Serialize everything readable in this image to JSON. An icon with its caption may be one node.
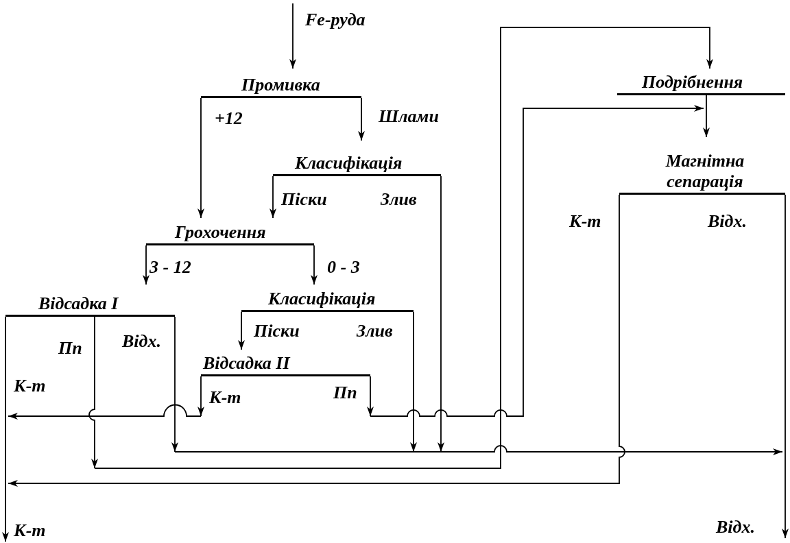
{
  "diagram": {
    "nodes": [
      {
        "text": [
          "Fe-руда"
        ]
      },
      {
        "text": [
          "Промивка"
        ]
      },
      {
        "text": [
          "Класифікація"
        ]
      },
      {
        "text": [
          "Грохочення"
        ]
      },
      {
        "text": [
          "Класифікація"
        ]
      },
      {
        "text": [
          "Відсадка I"
        ]
      },
      {
        "text": [
          "Відсадка II"
        ]
      },
      {
        "text": [
          "Подрібнення"
        ]
      },
      {
        "text": [
          "Магнітна сепарація"
        ]
      },
      {
        "text": [
          "К-т"
        ]
      },
      {
        "text": [
          "Відх."
        ]
      }
    ],
    "edges": [
      {
        "from": 0,
        "to": 1,
        "arrow": "to"
      },
      {
        "from": 1,
        "to": 3,
        "arrow": "to",
        "label": "+12"
      },
      {
        "from": 1,
        "to": 2,
        "arrow": "to",
        "label": "Шлами"
      },
      {
        "from": 2,
        "to": 3,
        "arrow": "to",
        "label": "Піски"
      },
      {
        "from": 2,
        "to": 10,
        "arrow": "to",
        "label": "Злив"
      },
      {
        "from": 3,
        "to": 5,
        "arrow": "to",
        "label": "3 - 12"
      },
      {
        "from": 3,
        "to": 4,
        "arrow": "to",
        "label": "0 - 3"
      },
      {
        "from": 4,
        "to": 6,
        "arrow": "to",
        "label": "Піски"
      },
      {
        "from": 4,
        "to": 10,
        "arrow": "to",
        "label": "Злив"
      },
      {
        "from": 5,
        "to": 9,
        "arrow": "to",
        "label": "К-т"
      },
      {
        "from": 5,
        "to": 7,
        "arrow": "to",
        "label": "Пп"
      },
      {
        "from": 5,
        "to": 10,
        "arrow": "to",
        "label": "Відх."
      },
      {
        "from": 6,
        "to": 9,
        "arrow": "to",
        "label": "К-т"
      },
      {
        "from": 6,
        "to": 8,
        "arrow": "to",
        "label": "Пп"
      },
      {
        "from": 7,
        "to": 8,
        "arrow": "to"
      },
      {
        "from": 8,
        "to": 9,
        "arrow": "to",
        "label": "К-т"
      },
      {
        "from": 8,
        "to": 10,
        "arrow": "to",
        "label": "Відх."
      }
    ]
  }
}
